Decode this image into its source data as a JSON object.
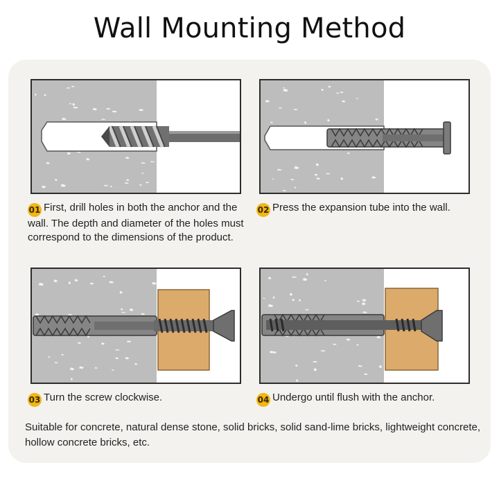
{
  "title": "Wall Mounting Method",
  "steps": [
    {
      "num": "01",
      "text": "First, drill holes in both the anchor and the wall. The depth and diameter of the holes must correspond to the dimensions of the product."
    },
    {
      "num": "02",
      "text": "Press the expansion tube into the wall."
    },
    {
      "num": "03",
      "text": "Turn the screw clockwise."
    },
    {
      "num": "04",
      "text": "Undergo until flush with the anchor."
    }
  ],
  "footer": "Suitable for concrete, natural dense stone, solid bricks, solid sand-lime bricks, lightweight concrete, hollow concrete bricks, etc.",
  "colors": {
    "concrete": "#bdbdbd",
    "concrete_speckle": "#f4f4f4",
    "wood": "#dcab6b",
    "metal": "#7c7c7c",
    "badge": "#f2b615",
    "card": "#f3f2ee"
  },
  "icons": [
    "drill-bit-icon",
    "expansion-tube-icon",
    "screw-icon",
    "wood-plank-icon"
  ]
}
